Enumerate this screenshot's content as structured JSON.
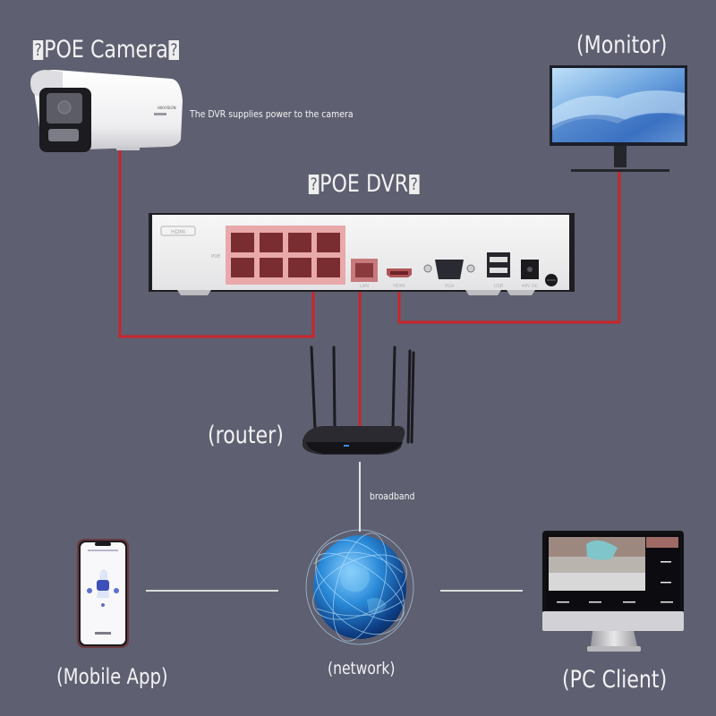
{
  "title_marker": "?",
  "nodes": {
    "camera": {
      "label": "POE Camera",
      "note": "The DVR supplies power to the camera",
      "brand_text": "HIKVISION"
    },
    "dvr": {
      "label": "POE DVR",
      "port_labels": {
        "poe": "POE",
        "lan": "LAN",
        "hdmi": "HDMI",
        "vga": "VGA",
        "usb": "USB",
        "power": "48V DC",
        "hdmi_logo": "HDMI"
      }
    },
    "monitor": {
      "label": "(Monitor)"
    },
    "router": {
      "label": "(router)"
    },
    "network": {
      "label": "(network)",
      "link_label": "broadband"
    },
    "mobile": {
      "label": "(Mobile App)"
    },
    "pc": {
      "label": "(PC Client)"
    }
  },
  "connections": [
    {
      "from": "camera",
      "to": "dvr",
      "type": "poe-cable",
      "color": "#c9252d"
    },
    {
      "from": "dvr",
      "to": "router",
      "type": "lan-cable",
      "color": "#c9252d"
    },
    {
      "from": "dvr",
      "to": "monitor",
      "type": "hdmi-cable",
      "color": "#c9252d"
    },
    {
      "from": "router",
      "to": "network",
      "type": "broadband",
      "color": "#e6e6e6"
    },
    {
      "from": "network",
      "to": "mobile",
      "type": "internet",
      "color": "#e6e6e6"
    },
    {
      "from": "network",
      "to": "pc",
      "type": "internet",
      "color": "#e6e6e6"
    }
  ],
  "colors": {
    "background": "#5e5f70",
    "wire": "#c9252d",
    "link": "#e6e6e6",
    "text": "#f2f2f4"
  }
}
